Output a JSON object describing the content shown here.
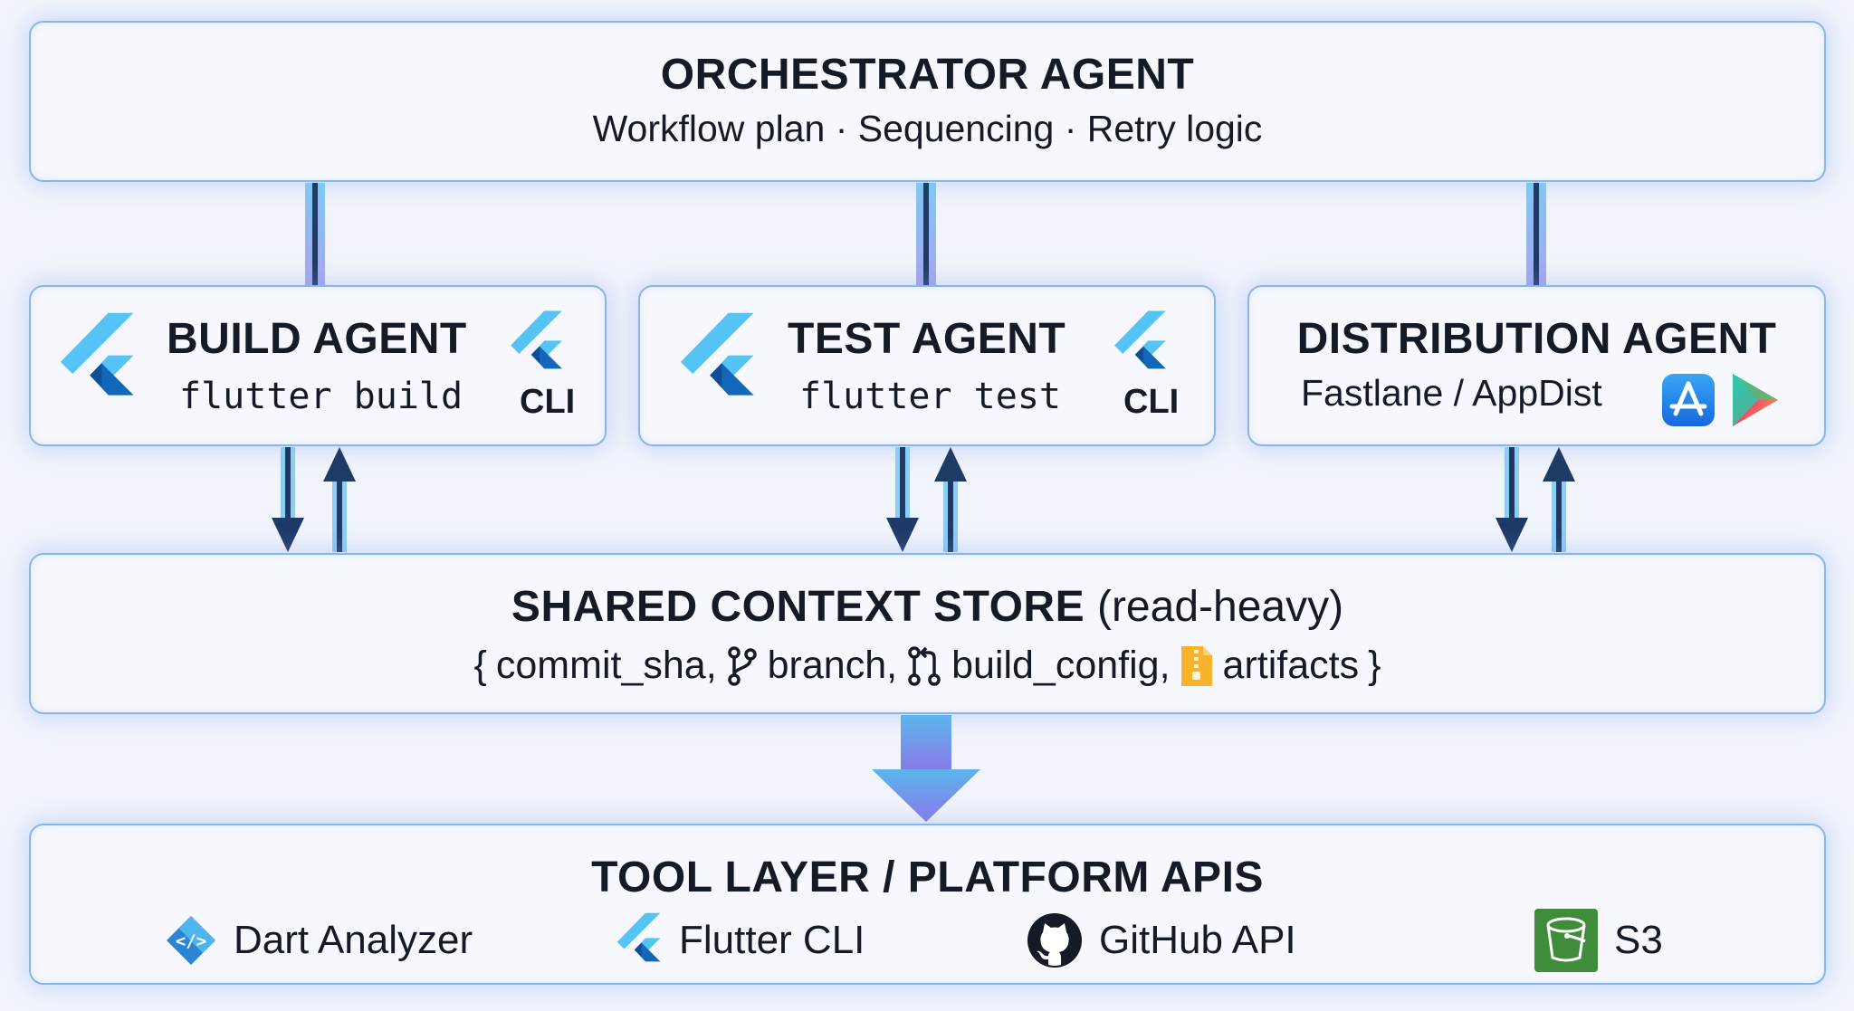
{
  "orchestrator": {
    "title": "ORCHESTRATOR AGENT",
    "subtitle": "Workflow plan · Sequencing · Retry logic"
  },
  "agents": [
    {
      "title": "BUILD AGENT",
      "command": "flutter build",
      "badge": "CLI",
      "icon": "flutter-icon"
    },
    {
      "title": "TEST AGENT",
      "command": "flutter test",
      "badge": "CLI",
      "icon": "flutter-icon"
    },
    {
      "title": "DISTRIBUTION AGENT",
      "command": "Fastlane / AppDist",
      "icons": [
        "app-store-icon",
        "google-play-icon"
      ]
    }
  ],
  "context_store": {
    "title": "SHARED CONTEXT STORE",
    "qualifier": "(read-heavy)",
    "open_brace": "{",
    "fields": [
      "commit_sha,",
      "branch,",
      "build_config,",
      "artifacts"
    ],
    "close_brace": "}",
    "field_icons": [
      "git-branch-icon",
      "pull-request-icon",
      "artifact-file-icon"
    ]
  },
  "tool_layer": {
    "title": "TOOL LAYER / PLATFORM APIS",
    "tools": [
      {
        "label": "Dart Analyzer",
        "icon": "dart-analyzer-icon"
      },
      {
        "label": "Flutter CLI",
        "icon": "flutter-icon"
      },
      {
        "label": "GitHub API",
        "icon": "github-icon"
      },
      {
        "label": "S3",
        "icon": "s3-bucket-icon"
      }
    ]
  },
  "colors": {
    "border": "#8ab4ec",
    "arrow_dark": "#1e3a66",
    "arrow_light": "#8ccdf2",
    "flutter_light": "#55c4f5",
    "flutter_dark": "#1466b8"
  }
}
